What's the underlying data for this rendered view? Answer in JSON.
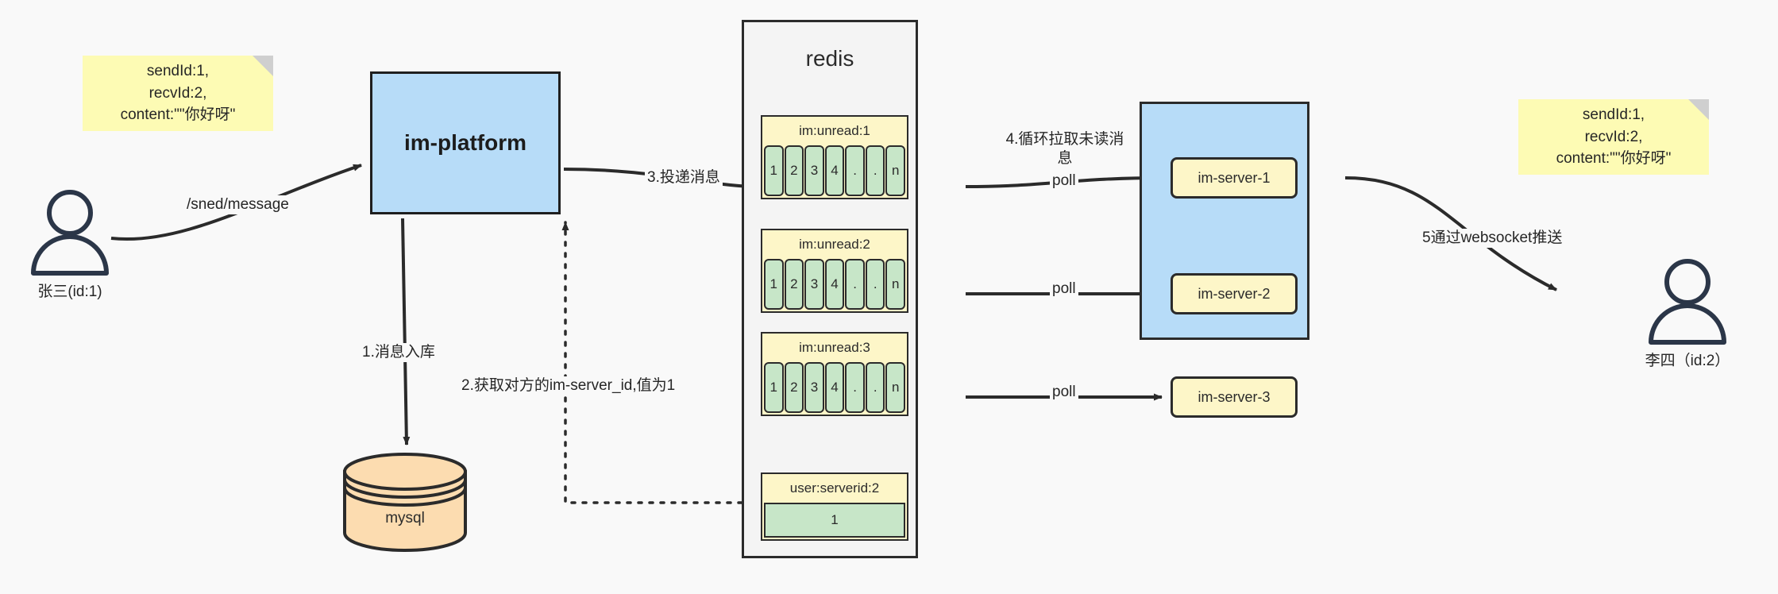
{
  "diagram": {
    "title": "IM message delivery architecture",
    "background": "#f9f9f9"
  },
  "notes": [
    {
      "id": "note-left",
      "line1": "sendId:1,",
      "line2": "recvId:2,",
      "line3": "content:\"\"你好呀\"",
      "color": "#fdfbb4"
    },
    {
      "id": "note-right",
      "line1": "sendId:1,",
      "line2": "recvId:2,",
      "line3": "content:\"\"你好呀\"",
      "color": "#fdfbb4"
    }
  ],
  "actors": [
    {
      "id": "sender",
      "label": "张三(id:1)"
    },
    {
      "id": "receiver",
      "label": "李四（id:2）"
    }
  ],
  "platform": {
    "label": "im-platform",
    "color": "#b7dcf8"
  },
  "database": {
    "label": "mysql",
    "color": "#fcdcb0"
  },
  "redis": {
    "title": "redis",
    "color": "#f4f4f4",
    "lists": [
      {
        "key": "im:unread:1",
        "cells": [
          "1",
          "2",
          "3",
          "4",
          ".",
          ".",
          "n"
        ]
      },
      {
        "key": "im:unread:2",
        "cells": [
          "1",
          "2",
          "3",
          "4",
          ".",
          ".",
          "n"
        ]
      },
      {
        "key": "im:unread:3",
        "cells": [
          "1",
          "2",
          "3",
          "4",
          ".",
          ".",
          "n"
        ]
      }
    ],
    "kv": {
      "key": "user:serverid:2",
      "value": "1"
    }
  },
  "cluster": {
    "color": "#b7dcf8",
    "servers": [
      {
        "label": "im-server-1"
      },
      {
        "label": "im-server-2"
      },
      {
        "label": "im-server-3"
      }
    ]
  },
  "edges": {
    "send_message": "/sned/message",
    "step1": "1.消息入库",
    "step2": "2.获取对方的im-server_id,值为1",
    "step3": "3.投递消息",
    "step4": "4.循环拉取未读消息",
    "step5": "5通过websocket推送",
    "poll1": "poll",
    "poll2": "poll",
    "poll3": "poll"
  },
  "colors": {
    "stroke": "#2b2b2b",
    "note": "#fdfbb4",
    "blue": "#b7dcf8",
    "yellow": "#fdf6c8",
    "green": "#c7e6c8",
    "orange": "#fcdcb0",
    "grey": "#f4f4f4"
  }
}
